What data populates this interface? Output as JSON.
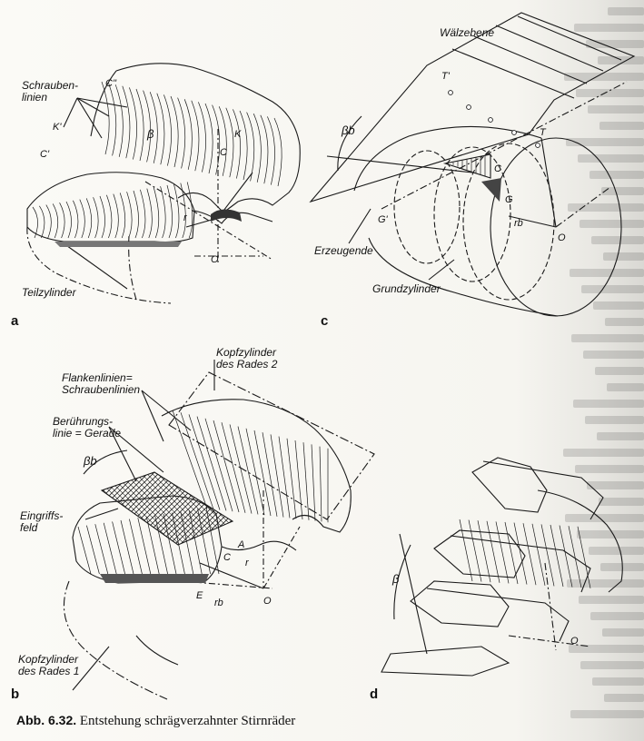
{
  "panels": {
    "a": {
      "letter": "a",
      "labels": {
        "schraubenlinien": "Schrauben-\nlinien",
        "teilzylinder": "Teilzylinder"
      },
      "points": [
        "C''",
        "K'",
        "C'",
        "K",
        "C",
        "β",
        "r",
        "O"
      ]
    },
    "c": {
      "letter": "c",
      "labels": {
        "waelzebene": "Wälzebene",
        "erzeugende": "Erzeugende",
        "grundzylinder": "Grundzylinder"
      },
      "points": [
        "T'",
        "T",
        "βb",
        "C",
        "G",
        "G'",
        "rb",
        "O"
      ]
    },
    "b": {
      "letter": "b",
      "labels": {
        "kopfzylinder2": "Kopfzylinder\ndes Rades 2",
        "flankenlinien": "Flankenlinien=\nSchraubenlinien",
        "beruehrungslinie": "Berührungs-\nlinie = Gerade",
        "eingriffsfeld": "Eingriffs-\nfeld",
        "kopfzylinder1": "Kopfzylinder\ndes Rades 1"
      },
      "points": [
        "βb",
        "A",
        "C",
        "r",
        "E",
        "rb",
        "O"
      ]
    },
    "d": {
      "letter": "d",
      "points": [
        "β",
        "O"
      ]
    }
  },
  "caption": {
    "number": "Abb. 6.32.",
    "text": "Entstehung schrägverzahnter Stirnräder"
  }
}
